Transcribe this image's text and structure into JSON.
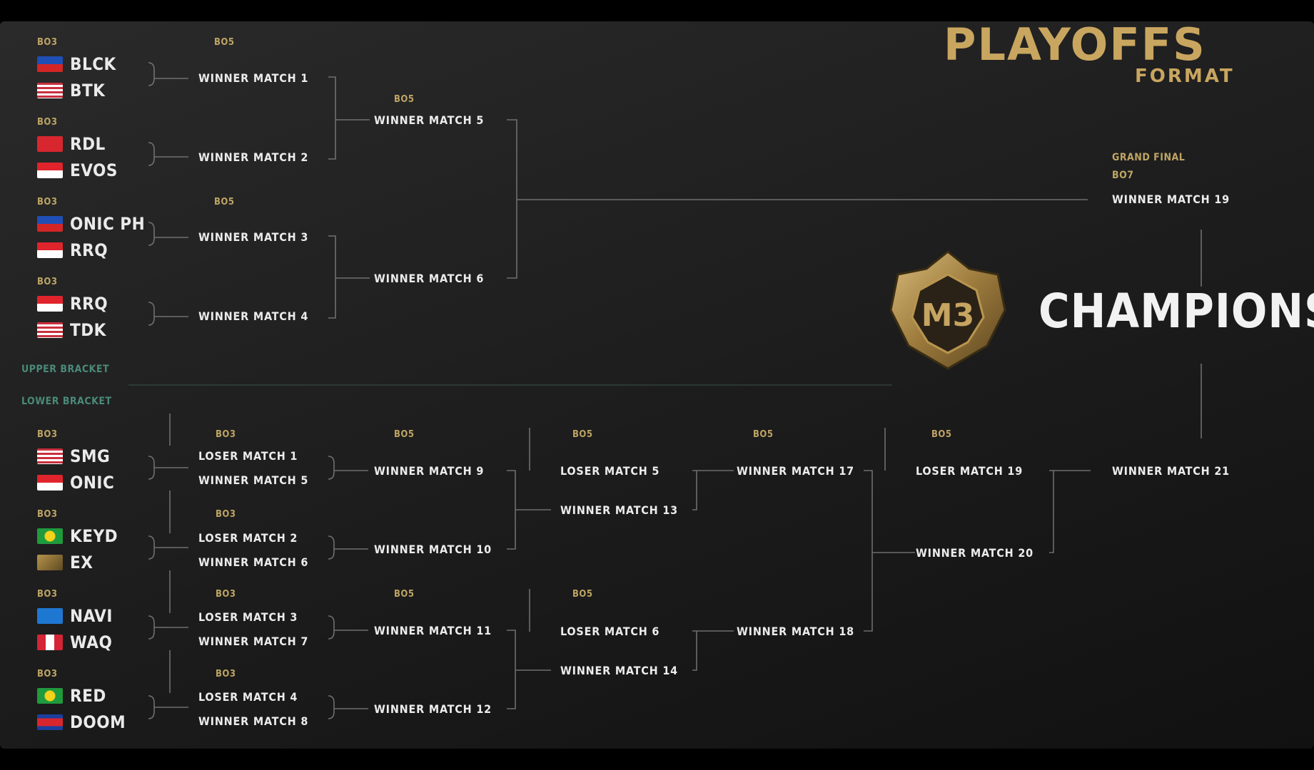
{
  "title": {
    "line1": "PLAYOFFS",
    "line2": "FORMAT"
  },
  "champions_label": "CHAMPIONS",
  "brackets": {
    "upper": "UPPER BRACKET",
    "lower": "LOWER BRACKET"
  },
  "grand_final": {
    "label": "GRAND FINAL",
    "format": "BO7"
  },
  "colors": {
    "gold": "#bfa564",
    "line": "#8a8a8a",
    "bracket_label": "#4a8a78"
  },
  "upper_teams": [
    {
      "name": "BLCK",
      "flag": "philippines"
    },
    {
      "name": "BTK",
      "flag": "usa"
    },
    {
      "name": "RDL",
      "flag": "turkey"
    },
    {
      "name": "EVOS",
      "flag": "indonesia"
    },
    {
      "name": "ONIC PH",
      "flag": "philippines"
    },
    {
      "name": "RRQ",
      "flag": "indonesia"
    },
    {
      "name": "RRQ",
      "flag": "indonesia"
    },
    {
      "name": "TDK",
      "flag": "usa"
    }
  ],
  "lower_teams": [
    {
      "name": "SMG",
      "flag": "usa"
    },
    {
      "name": "ONIC",
      "flag": "indonesia"
    },
    {
      "name": "KEYD",
      "flag": "brazil"
    },
    {
      "name": "EX",
      "flag": "gold"
    },
    {
      "name": "NAVI",
      "flag": "blue"
    },
    {
      "name": "WAQ",
      "flag": "peru"
    },
    {
      "name": "RED",
      "flag": "brazil"
    },
    {
      "name": "DOOM",
      "flag": "cambodia"
    }
  ],
  "upper_r1_headers": [
    "BO3",
    "BO3",
    "BO3",
    "BO3"
  ],
  "lower_r1_headers": [
    "BO3",
    "BO3",
    "BO3",
    "BO3"
  ],
  "upper_r1_slots": [
    "WINNER MATCH 1",
    "WINNER MATCH 2",
    "WINNER MATCH 3",
    "WINNER MATCH 4"
  ],
  "upper_r1_headers2": [
    "BO5",
    "BO5"
  ],
  "upper_r2_slots": [
    "WINNER MATCH 5",
    "WINNER MATCH 6"
  ],
  "upper_r2_header": "BO5",
  "lower_r1_slots": [
    [
      "LOSER MATCH 1",
      "WINNER MATCH 5"
    ],
    [
      "LOSER MATCH 2",
      "WINNER MATCH 6"
    ],
    [
      "LOSER MATCH 3",
      "WINNER MATCH 7"
    ],
    [
      "LOSER MATCH 4",
      "WINNER MATCH 8"
    ]
  ],
  "lower_r1_headers2": [
    "BO3",
    "BO3",
    "BO3",
    "BO3"
  ],
  "lower_r2_slots": [
    "WINNER MATCH 9",
    "WINNER MATCH 10",
    "WINNER MATCH 11",
    "WINNER MATCH 12"
  ],
  "lower_r2_headers": [
    "BO5",
    "BO5"
  ],
  "lower_r3_slots": [
    [
      "LOSER MATCH 5",
      "WINNER MATCH 13"
    ],
    [
      "LOSER MATCH 6",
      "WINNER MATCH 14"
    ]
  ],
  "lower_r3_headers": [
    "BO5",
    "BO5"
  ],
  "lower_r4_slots": [
    "WINNER MATCH 17",
    "WINNER MATCH 18"
  ],
  "lower_r4_header": "BO5",
  "lower_r5_slots": [
    "LOSER MATCH 19",
    "WINNER MATCH 20"
  ],
  "lower_r5_header": "BO5",
  "lower_final_slot": "WINNER MATCH 21",
  "grand_final_slot": "WINNER MATCH 19"
}
